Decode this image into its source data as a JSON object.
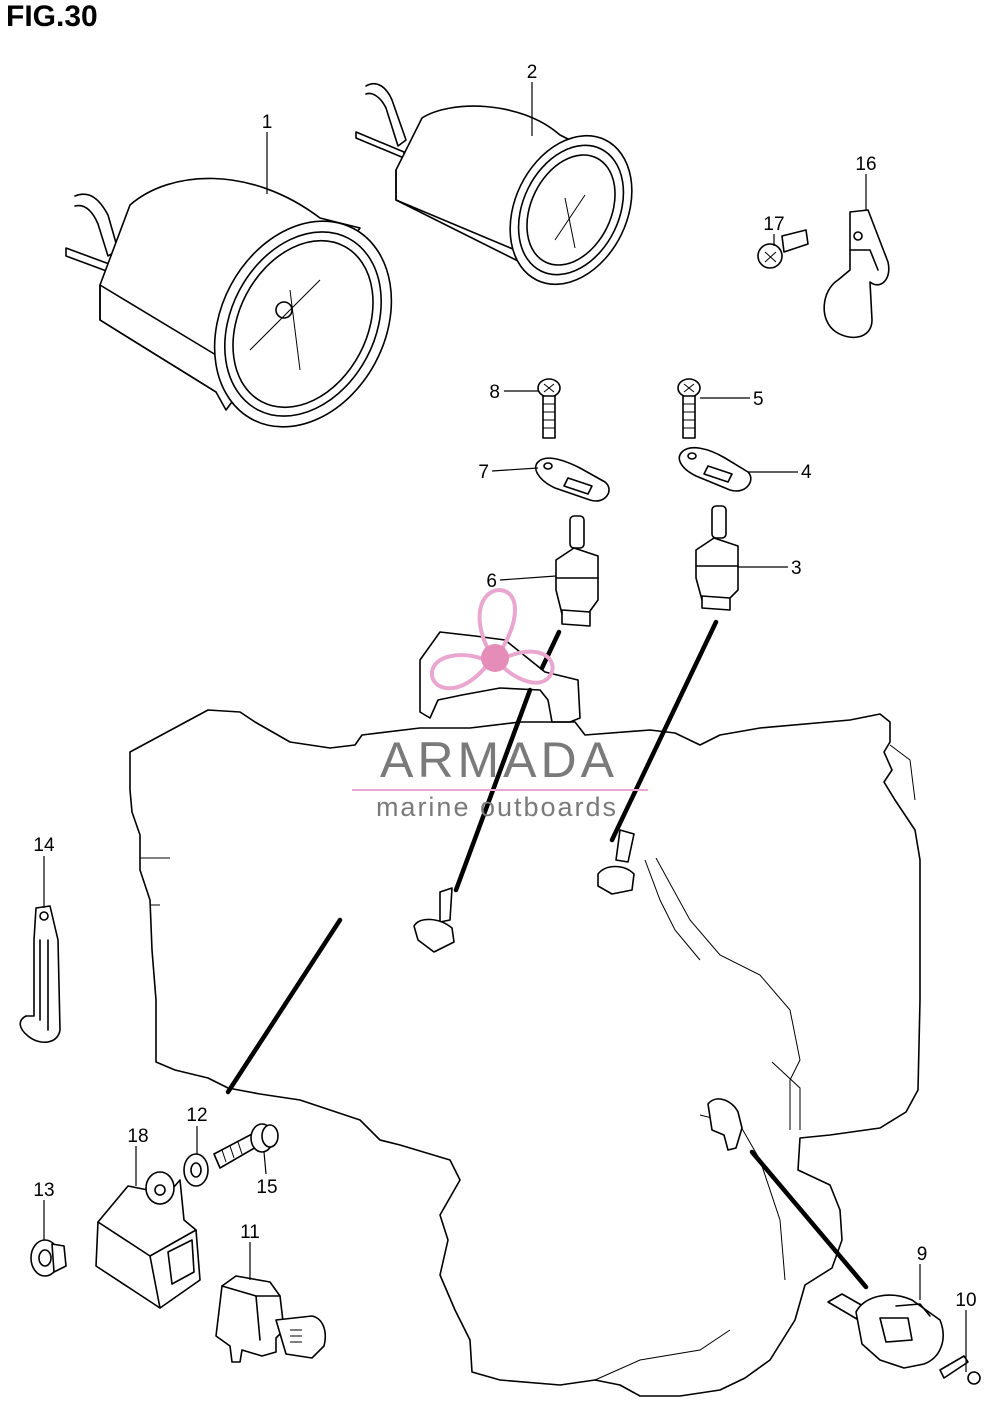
{
  "figure": {
    "title": "FIG.30"
  },
  "parts": [
    {
      "number": "1"
    },
    {
      "number": "2"
    },
    {
      "number": "3"
    },
    {
      "number": "4"
    },
    {
      "number": "5"
    },
    {
      "number": "6"
    },
    {
      "number": "7"
    },
    {
      "number": "8"
    },
    {
      "number": "9"
    },
    {
      "number": "10"
    },
    {
      "number": "11"
    },
    {
      "number": "12"
    },
    {
      "number": "13"
    },
    {
      "number": "14"
    },
    {
      "number": "15"
    },
    {
      "number": "16"
    },
    {
      "number": "17"
    },
    {
      "number": "18"
    }
  ],
  "watermark": {
    "brand": "ARMADA",
    "tagline": "marine outboards",
    "logo_color": "#e9a6cf",
    "logo_fill": "#e58cb8",
    "text_color": "#7a7a7a"
  }
}
